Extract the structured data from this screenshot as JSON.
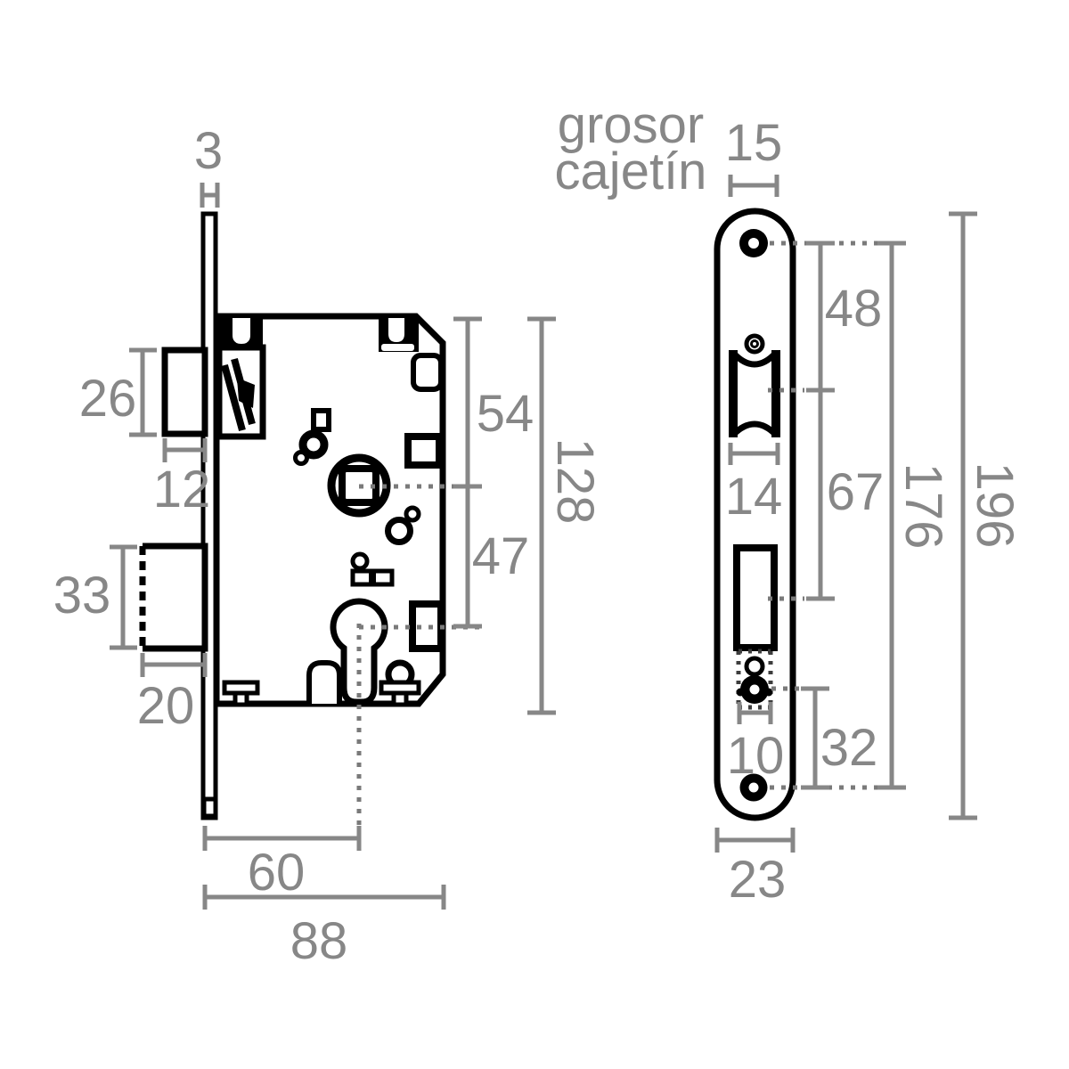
{
  "drawing": {
    "type": "mortise lock technical dimension drawing",
    "background": "#ffffff",
    "ink_color": "#000000",
    "dimension_color": "#878787"
  },
  "left_view": {
    "description": "lock case side view",
    "dims": {
      "plate_thickness": "3",
      "latch_height": "26",
      "latch_protrusion": "12",
      "deadbolt_height": "33",
      "deadbolt_throw": "20",
      "backset": "60",
      "case_depth": "88",
      "top_to_follower": "54",
      "follower_to_cylinder": "47",
      "case_height": "128"
    }
  },
  "right_view": {
    "description": "faceplate front view",
    "header": {
      "line1": "grosor",
      "line2": "cajetín"
    },
    "dims": {
      "case_width": "15",
      "hole_to_latch": "48",
      "latch_width": "14",
      "latch_to_deadbolt": "67",
      "hole_spacing": "176",
      "plate_length": "196",
      "slot_width": "10",
      "screw_to_hole": "32",
      "plate_width": "23"
    }
  }
}
